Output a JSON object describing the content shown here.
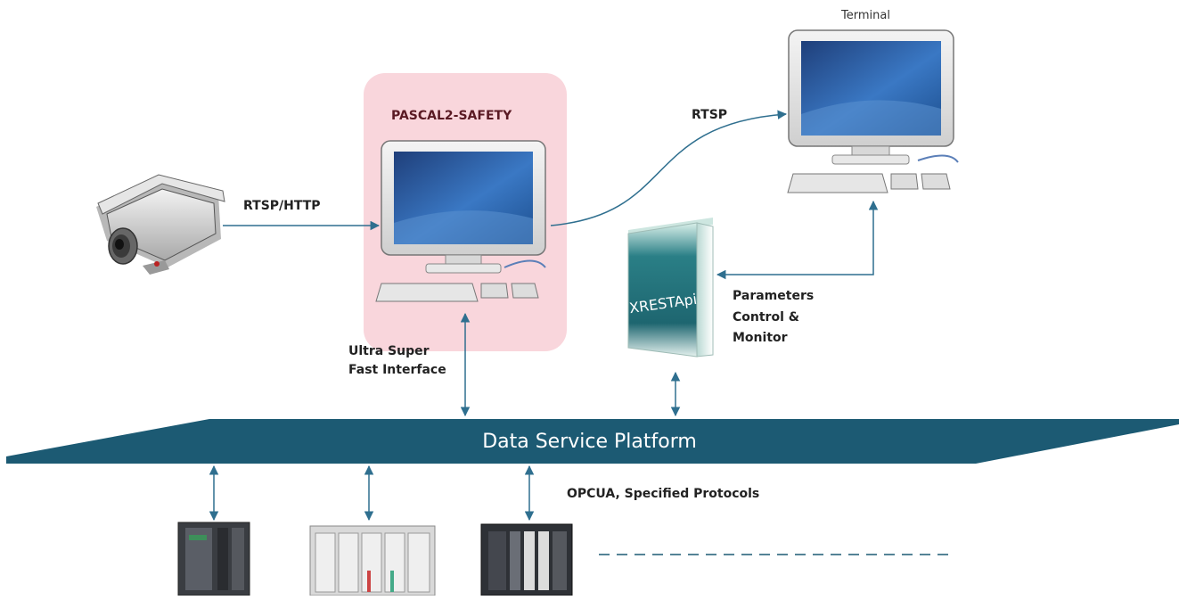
{
  "labels": {
    "terminal": "Terminal",
    "server_title": "PASCAL2-SAFETY",
    "rtsp": "RTSP",
    "rtsp_http": "RTSP/HTTP",
    "xrestapi": "XRESTApi",
    "params_line1": "Parameters",
    "params_line2": "Control &",
    "params_line3": "Monitor",
    "ultra_line1": "Ultra Super",
    "ultra_line2": "Fast Interface",
    "platform": "Data Service Platform",
    "protocols": "OPCUA, Specified Protocols"
  },
  "colors": {
    "platform": "#1c5a73",
    "arrow": "#2f6f8f",
    "server_highlight": "#f9d6dc",
    "box_teal": "#1f6e76",
    "screen_blue": "#2b63a6"
  },
  "icons": [
    "camera-icon",
    "pc-icon",
    "terminal-pc-icon",
    "software-box-icon",
    "plc-icon"
  ]
}
